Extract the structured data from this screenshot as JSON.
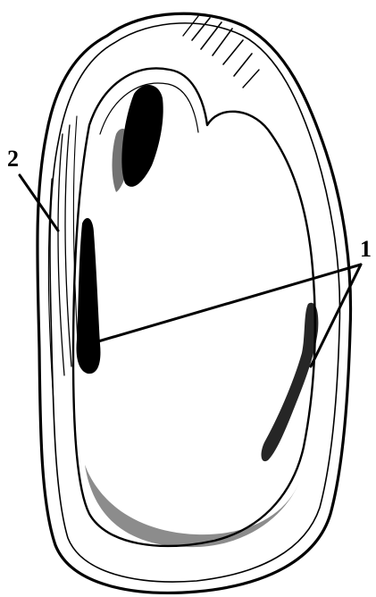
{
  "diagram": {
    "labels": [
      {
        "id": "label-1",
        "text": "1"
      },
      {
        "id": "label-2",
        "text": "2"
      }
    ]
  },
  "colors": {
    "ink": "#000000",
    "background": "#ffffff"
  }
}
